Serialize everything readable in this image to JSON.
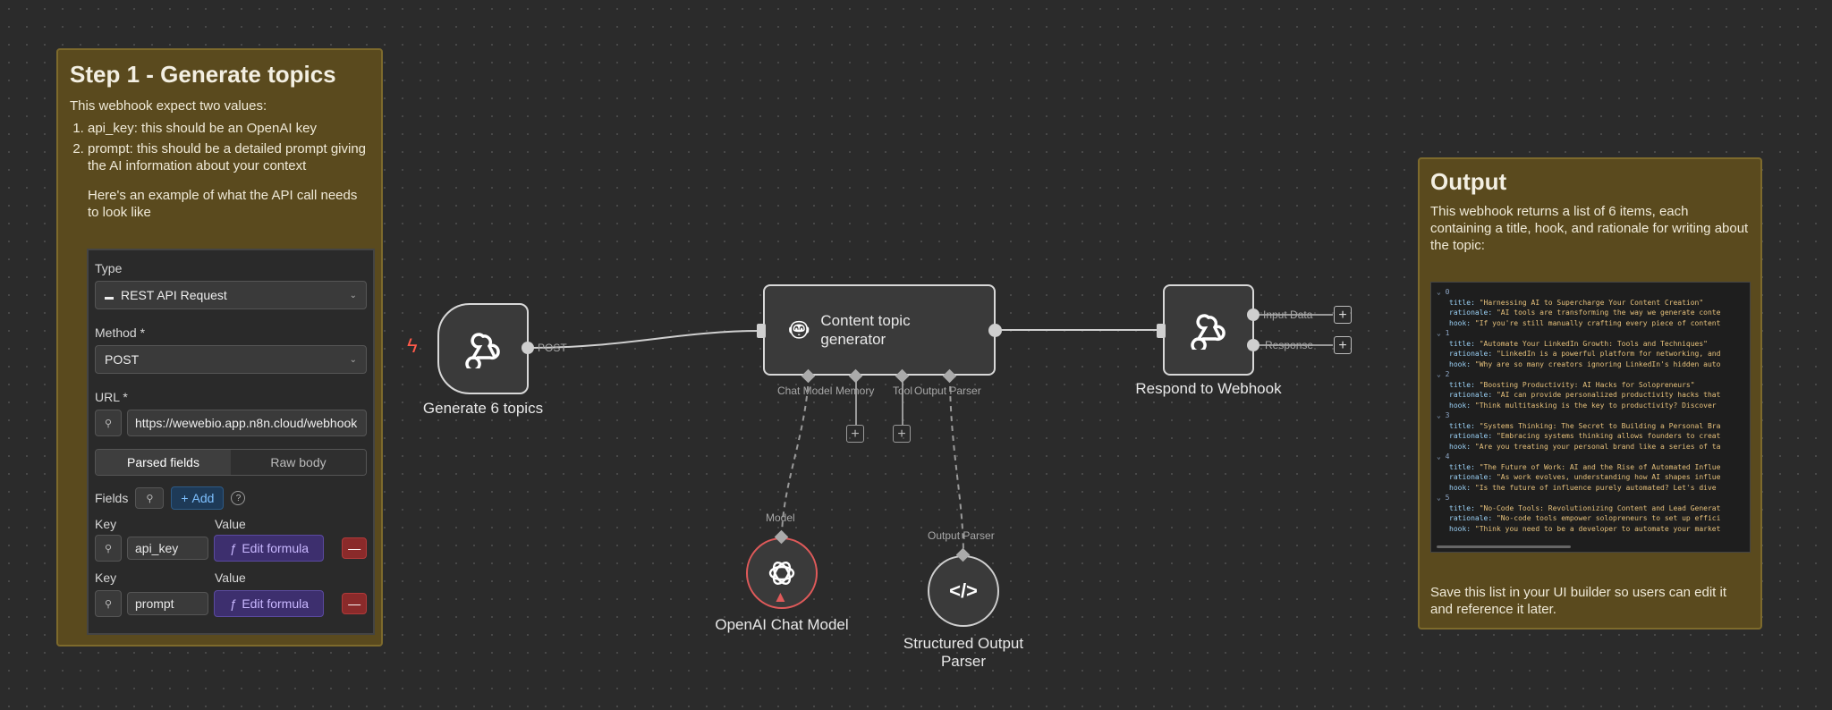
{
  "note1": {
    "title": "Step 1 - Generate topics",
    "intro": "This webhook expect two values:",
    "items": [
      "api_key: this should be an OpenAI key",
      "prompt: this should be a detailed prompt giving the AI information about your context"
    ],
    "example": "Here's an example of what the API call needs to look like",
    "form": {
      "type_label": "Type",
      "type_value": "REST API Request",
      "method_label": "Method *",
      "method_value": "POST",
      "url_label": "URL *",
      "url_value": "https://wewebio.app.n8n.cloud/webhook",
      "tab_parsed": "Parsed fields",
      "tab_raw": "Raw body",
      "fields_label": "Fields",
      "add_label": "Add",
      "key_label": "Key",
      "value_label": "Value",
      "rows": [
        {
          "key": "api_key",
          "formula": "Edit formula"
        },
        {
          "key": "prompt",
          "formula": "Edit formula"
        }
      ]
    }
  },
  "note2": {
    "title": "Output",
    "desc": "This webhook returns a list of 6 items, each containing a title, hook, and rationale for writing about the topic:",
    "json_items": [
      {
        "i": "0",
        "title": "\"Harnessing AI to Supercharge Your Content Creation\"",
        "rationale": "\"AI tools are transforming the way we generate conte",
        "hook": "\"If you're still manually crafting every piece of content"
      },
      {
        "i": "1",
        "title": "\"Automate Your LinkedIn Growth: Tools and Techniques\"",
        "rationale": "\"LinkedIn is a powerful platform for networking, and",
        "hook": "\"Why are so many creators ignoring LinkedIn's hidden auto"
      },
      {
        "i": "2",
        "title": "\"Boosting Productivity: AI Hacks for Solopreneurs\"",
        "rationale": "\"AI can provide personalized productivity hacks that",
        "hook": "\"Think multitasking is the key to productivity? Discover"
      },
      {
        "i": "3",
        "title": "\"Systems Thinking: The Secret to Building a Personal Bra",
        "rationale": "\"Embracing systems thinking allows founders to creat",
        "hook": "\"Are you treating your personal brand like a series of ta"
      },
      {
        "i": "4",
        "title": "\"The Future of Work: AI and the Rise of Automated Influe",
        "rationale": "\"As work evolves, understanding how AI shapes influe",
        "hook": "\"Is the future of influence purely automated? Let's dive"
      },
      {
        "i": "5",
        "title": "\"No-Code Tools: Revolutionizing Content and Lead Generat",
        "rationale": "\"No-code tools empower solopreneurs to set up effici",
        "hook": "\"Think you need to be a developer to automate your market"
      }
    ],
    "save": "Save this list in your UI builder so users can edit it and reference it later."
  },
  "nodes": {
    "webhook": {
      "label": "Generate 6 topics",
      "port": "POST"
    },
    "agent": {
      "label": "Content topic generator",
      "ports": [
        "Chat Model",
        "Memory",
        "Tool",
        "Output Parser"
      ]
    },
    "respond": {
      "label": "Respond to Webhook",
      "outputs": [
        "Input Data",
        "Response"
      ]
    },
    "openai": {
      "label": "OpenAI Chat Model",
      "port": "Model"
    },
    "parser": {
      "label": "Structured Output Parser",
      "port": "Output Parser"
    }
  },
  "colors": {
    "sticky_bg": "#5a4a1e",
    "warning": "#e05a5a",
    "accent": "#7ec0ff",
    "formula": "#3d2f6e"
  }
}
